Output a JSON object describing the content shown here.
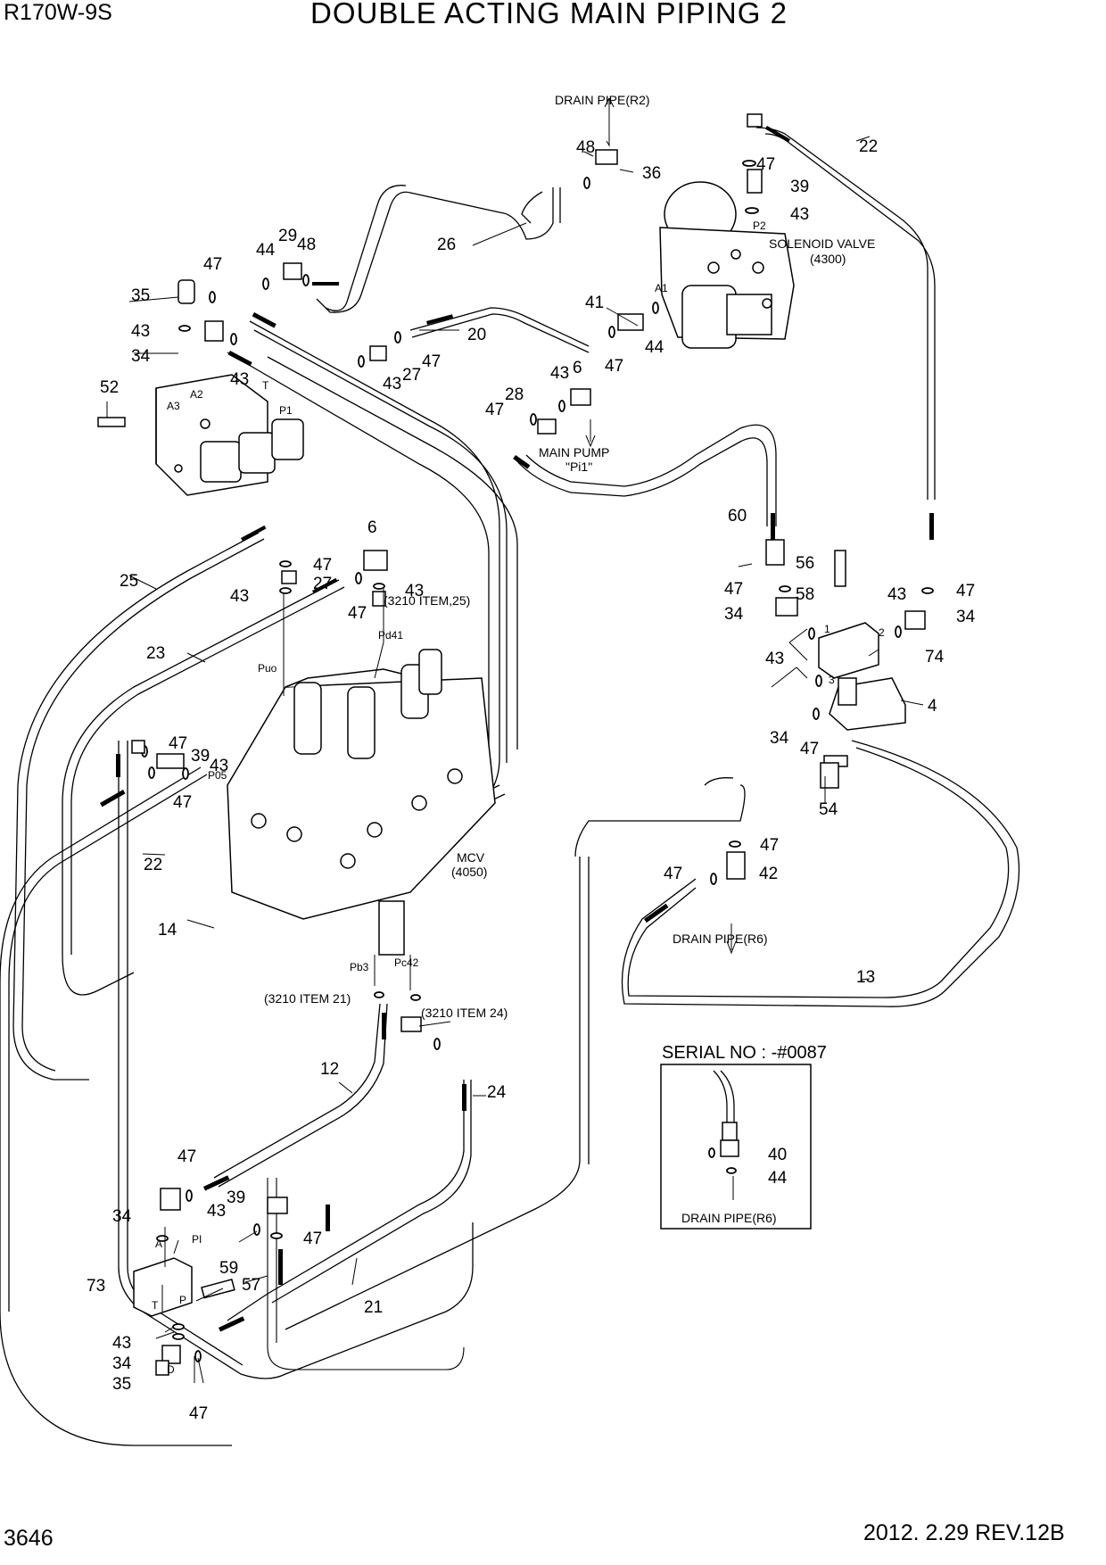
{
  "header": {
    "model": "R170W-9S",
    "title": "DOUBLE ACTING MAIN PIPING 2"
  },
  "footer": {
    "page_number": "3646",
    "revision": "2012. 2.29  REV.12B"
  },
  "annotations": {
    "drain_r2": "DRAIN PIPE(R2)",
    "solenoid_valve": "SOLENOID VALVE",
    "solenoid_valve_no": "(4300)",
    "main_pump": "MAIN PUMP",
    "main_pump_port": "\"Pi1\"",
    "mcv": "MCV",
    "mcv_no": "(4050)",
    "drain_r6": "DRAIN PIPE(R6)",
    "item_25": "(3210 ITEM,25)",
    "item_21": "(3210 ITEM 21)",
    "item_24": "(3210 ITEM 24)",
    "serial_title": "SERIAL NO : -#0087",
    "serial_drain": "DRAIN PIPE(R6)"
  },
  "ports": {
    "p2": "P2",
    "a1": "A1",
    "t_top": "T",
    "p1": "P1",
    "a2": "A2",
    "a3": "A3",
    "puo": "Puo",
    "pd41": "Pd41",
    "p05": "P05",
    "pb3": "Pb3",
    "pc42": "Pc42",
    "a_bot": "A",
    "pi_bot": "PI",
    "t_bot": "T",
    "p_bot": "P",
    "d_bot": "D",
    "b1": "1",
    "b2": "2",
    "b3": "3"
  },
  "callouts": {
    "c22a": "22",
    "c47a": "47",
    "c39a": "39",
    "c43a": "43",
    "c48a": "48",
    "c36": "36",
    "c26": "26",
    "c44a": "44",
    "c29": "29",
    "c48b": "48",
    "c47b": "47",
    "c35a": "35",
    "c43b": "43",
    "c34a": "34",
    "c43c": "43",
    "c52": "52",
    "c47c": "47",
    "c43d": "43",
    "c27a": "27",
    "c20": "20",
    "c41": "41",
    "c44b": "44",
    "c47d": "47",
    "c43e": "43",
    "c6a": "6",
    "c28": "28",
    "c47e": "47",
    "c60": "60",
    "c56": "56",
    "c47f": "47",
    "c58": "58",
    "c34b": "34",
    "c43f": "43",
    "c47g": "47",
    "c34c": "34",
    "c43g": "43",
    "c74": "74",
    "c4": "4",
    "c34d": "34",
    "c47h": "47",
    "c54": "54",
    "c6b": "6",
    "c47i": "47",
    "c27b": "27",
    "c43h": "43",
    "c43i": "43",
    "c47j": "47",
    "c25": "25",
    "c23": "23",
    "c47k": "47",
    "c39b": "39",
    "c43j": "43",
    "c47l": "47",
    "c22b": "22",
    "c14": "14",
    "c47m": "47",
    "c47n": "47",
    "c42": "42",
    "c13": "13",
    "c12": "12",
    "c24": "24",
    "c40": "40",
    "c44c": "44",
    "c47o": "47",
    "c34e": "34",
    "c43k": "43",
    "c39c": "39",
    "c47p": "47",
    "c73": "73",
    "c59": "59",
    "c57": "57",
    "c21": "21",
    "c43l": "43",
    "c34f": "34",
    "c35b": "35",
    "c47q": "47"
  }
}
